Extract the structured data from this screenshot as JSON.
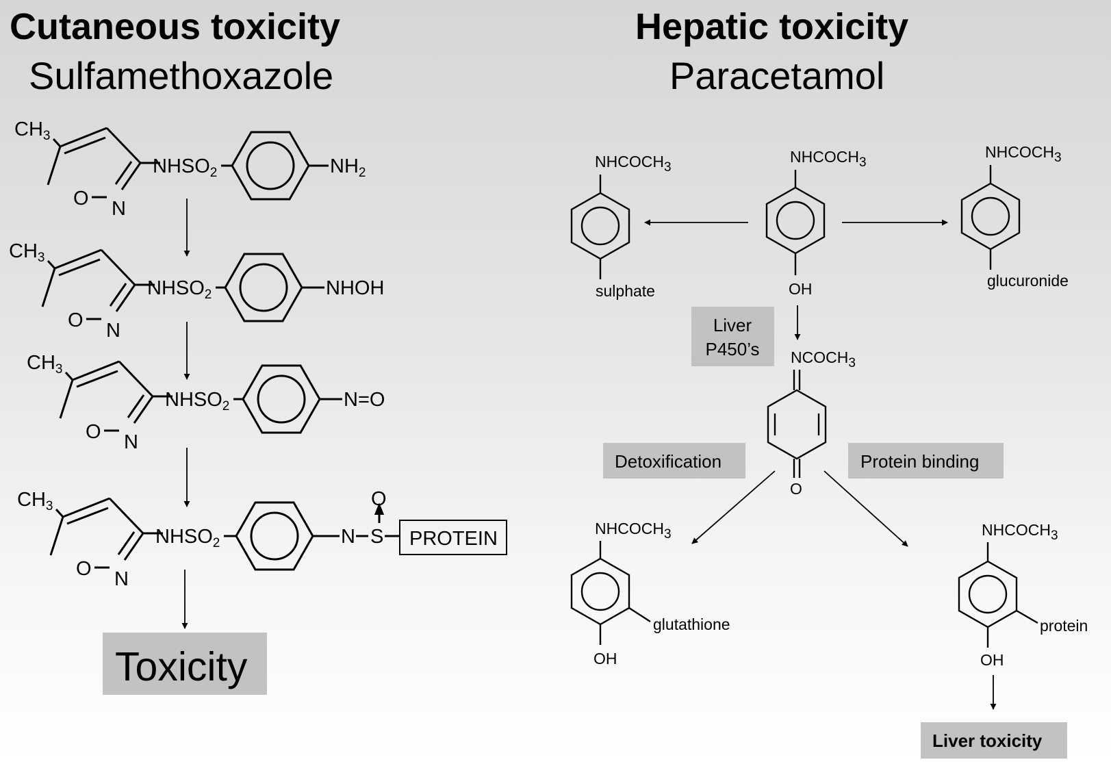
{
  "left": {
    "title": "Cutaneous toxicity",
    "subtitle": "Sulfamethoxazole",
    "methyl": [
      "CH",
      "3"
    ],
    "ring_o": "O",
    "ring_n": "N",
    "linker": [
      "NHSO",
      "2"
    ],
    "substituents": [
      [
        "NH",
        "2"
      ],
      [
        "NHOH",
        ""
      ],
      [
        "N=O",
        ""
      ]
    ],
    "adduct": {
      "n": "N",
      "s": "S",
      "o": "O",
      "protein": "PROTEIN"
    },
    "toxicity_label": "Toxicity"
  },
  "right": {
    "title": "Hepatic toxicity",
    "subtitle": "Paracetamol",
    "acetamide": [
      "NHCOCH",
      "3"
    ],
    "imine": [
      "NCOCH",
      "3"
    ],
    "hydroxyl": "OH",
    "oxo": "O",
    "sulphate": "sulphate",
    "glucuronide": "glucuronide",
    "glutathione": "glutathione",
    "protein": "protein",
    "enzyme_label": [
      "Liver",
      "P450’s"
    ],
    "detox_label": "Detoxification",
    "binding_label": "Protein binding",
    "outcome_label": "Liver toxicity"
  },
  "colors": {
    "box_fill": "#c2c2c2",
    "ink": "#000000"
  }
}
